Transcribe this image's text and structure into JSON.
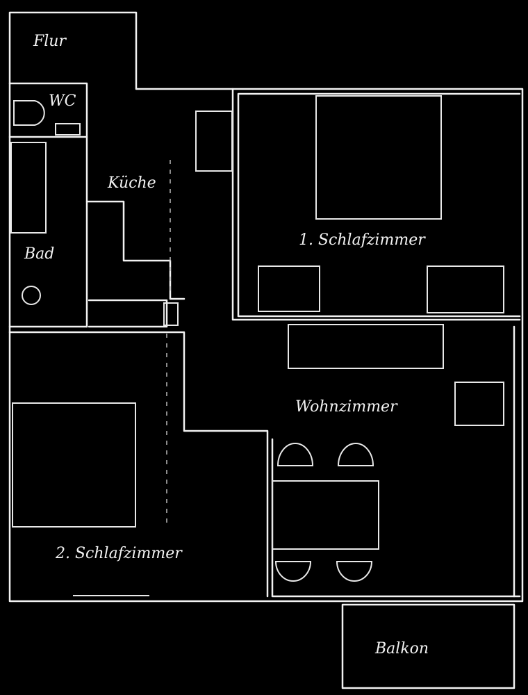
{
  "title": "Floor plan",
  "rooms": {
    "flur": "Flur",
    "wc": "WC",
    "kueche": "Küche",
    "bad": "Bad",
    "schlafzimmer1": "1. Schlafzimmer",
    "wohnzimmer": "Wohnzimmer",
    "schlafzimmer2": "2. Schlafzimmer",
    "balkon": "Balkon"
  },
  "colors": {
    "background": "#000000",
    "lines": "#f2f2f2"
  }
}
